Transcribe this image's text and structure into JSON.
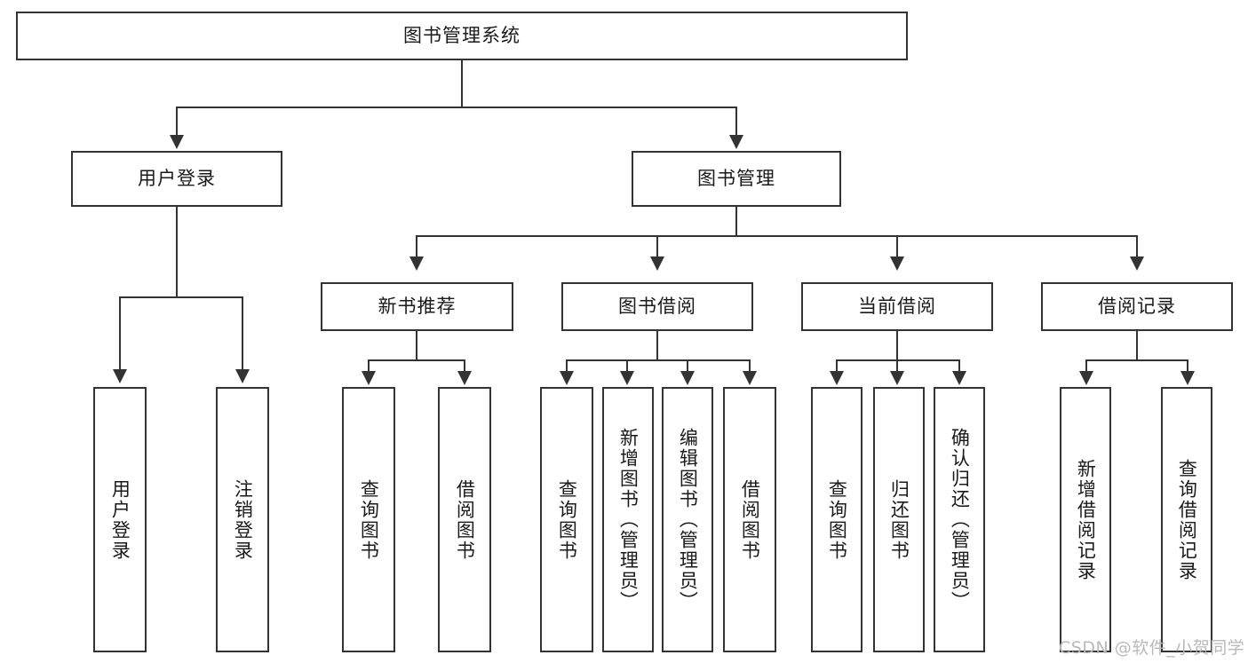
{
  "diagram": {
    "type": "tree-hierarchy",
    "title": "图书管理系统",
    "root": {
      "id": "root",
      "label": "图书管理系统",
      "orientation": "horizontal"
    },
    "level2": [
      {
        "id": "user-login",
        "label": "用户登录",
        "orientation": "horizontal"
      },
      {
        "id": "book-management",
        "label": "图书管理",
        "orientation": "horizontal"
      }
    ],
    "level3": [
      {
        "id": "new-book-recommend",
        "label": "新书推荐",
        "orientation": "horizontal",
        "parent": "book-management"
      },
      {
        "id": "book-borrow",
        "label": "图书借阅",
        "orientation": "horizontal",
        "parent": "book-management"
      },
      {
        "id": "current-borrow",
        "label": "当前借阅",
        "orientation": "horizontal",
        "parent": "book-management"
      },
      {
        "id": "borrow-record",
        "label": "借阅记录",
        "orientation": "horizontal",
        "parent": "book-management"
      }
    ],
    "leaves": {
      "user-login": [
        {
          "id": "leaf-user-login",
          "label": "用户登录"
        },
        {
          "id": "leaf-logout-login",
          "label": "注销登录"
        }
      ],
      "new-book-recommend": [
        {
          "id": "leaf-query-book-1",
          "label": "查询图书"
        },
        {
          "id": "leaf-borrow-book-1",
          "label": "借阅图书"
        }
      ],
      "book-borrow": [
        {
          "id": "leaf-query-book-2",
          "label": "查询图书"
        },
        {
          "id": "leaf-add-book",
          "label": "新增图书（管理员）"
        },
        {
          "id": "leaf-edit-book",
          "label": "编辑图书（管理员）"
        },
        {
          "id": "leaf-borrow-book-2",
          "label": "借阅图书"
        }
      ],
      "current-borrow": [
        {
          "id": "leaf-query-book-3",
          "label": "查询图书"
        },
        {
          "id": "leaf-return-book",
          "label": "归还图书"
        },
        {
          "id": "leaf-confirm-return",
          "label": "确认归还（管理员）"
        }
      ],
      "borrow-record": [
        {
          "id": "leaf-add-record",
          "label": "新增借阅记录"
        },
        {
          "id": "leaf-query-record",
          "label": "查询借阅记录"
        }
      ]
    }
  },
  "watermark": {
    "text": "CSDN @软件_小贺同学"
  },
  "colors": {
    "stroke": "#333333",
    "background": "#ffffff",
    "text": "#1a1a1a",
    "watermark": "#b9b9b9"
  }
}
